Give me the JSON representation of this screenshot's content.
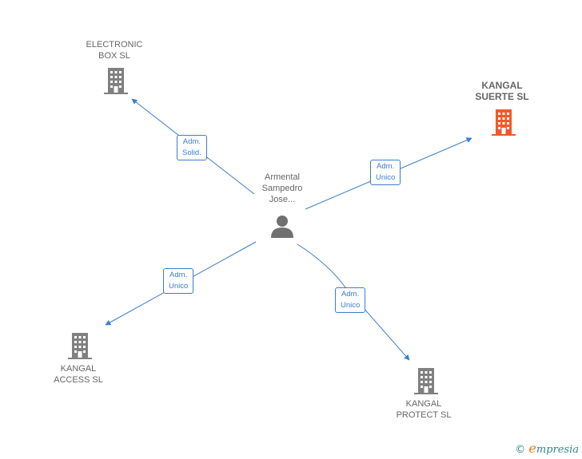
{
  "center": {
    "name_lines": [
      "Armental",
      "Sampedro",
      "Jose..."
    ]
  },
  "companies": {
    "electronic_box": {
      "name_lines": [
        "ELECTRONIC",
        "BOX SL"
      ]
    },
    "kangal_suerte": {
      "name_lines": [
        "KANGAL",
        "SUERTE  SL"
      ]
    },
    "kangal_access": {
      "name_lines": [
        "KANGAL",
        "ACCESS  SL"
      ]
    },
    "kangal_protect": {
      "name_lines": [
        "KANGAL",
        "PROTECT  SL"
      ]
    }
  },
  "edges": {
    "to_electronic_box": [
      "Adm.",
      "Solid."
    ],
    "to_kangal_suerte": [
      "Adm.",
      "Unico"
    ],
    "to_kangal_access": [
      "Adm.",
      "Unico"
    ],
    "to_kangal_protect": [
      "Adm.",
      "Unico"
    ]
  },
  "footer": {
    "copyright": "©",
    "brand_initial": "e",
    "brand_rest": "mpresia"
  },
  "colors": {
    "edge": "#3a7dd0",
    "building": "#808080",
    "highlight_building": "#f05a28",
    "person": "#707070"
  }
}
